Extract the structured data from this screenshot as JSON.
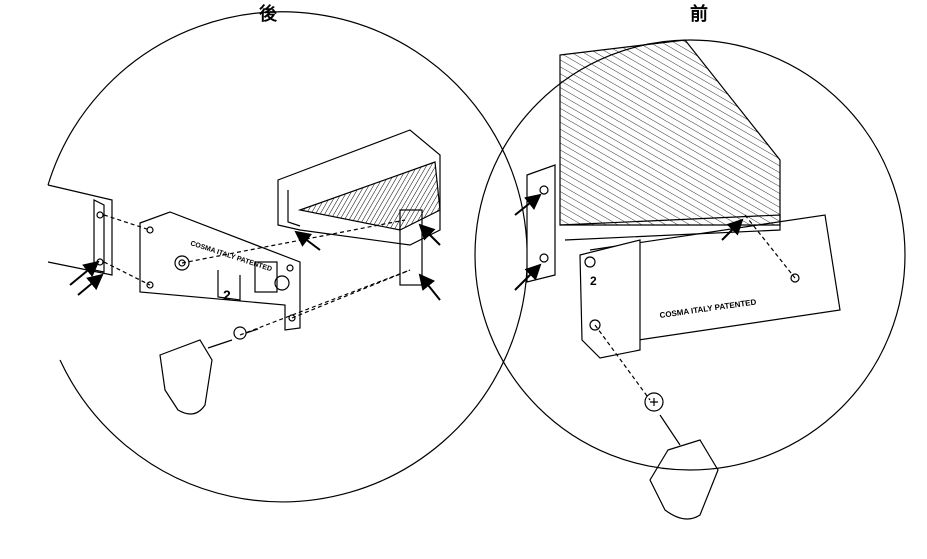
{
  "labels": {
    "rear": "後",
    "front": "前"
  },
  "rear_view": {
    "plate_text": "COSMA ITALY PATENTED",
    "number": "2"
  },
  "front_view": {
    "plate_text": "COSMA ITALY PATENTED",
    "number": "2"
  },
  "colors": {
    "line": "#000000",
    "background": "#ffffff"
  }
}
